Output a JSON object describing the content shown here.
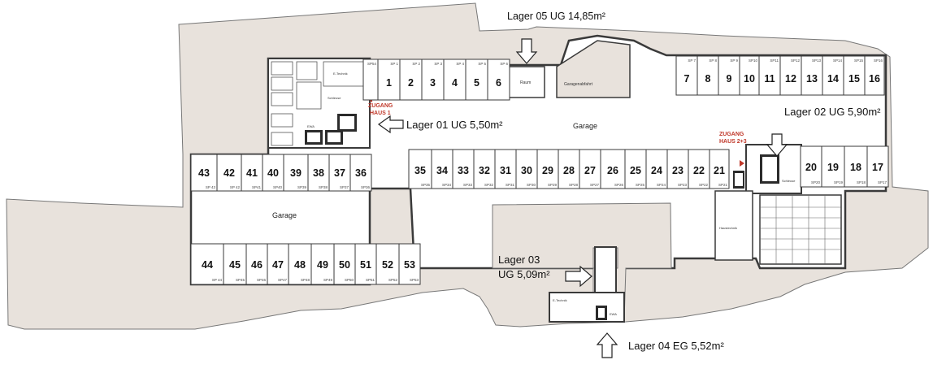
{
  "storage_labels": {
    "lager05": "Lager 05 UG 14,85m²",
    "lager01": "Lager 01 UG  5,50m²",
    "lager02": "Lager 02  UG  5,90m²",
    "lager03_line1": "Lager 03",
    "lager03_line2": "UG 5,09m²",
    "lager04": "Lager 04 EG 5,52m²"
  },
  "areas": {
    "garage_left": "Garage",
    "garage_center": "Garage",
    "garagenabfahrt": "Garagenabfahrt",
    "raum": "Raum",
    "e_technik": "E-Technik",
    "schleuse": "Schleuse",
    "haustechnik": "Haustechnik",
    "e_technik_2": "E-Technik",
    "ewa1": "EWA",
    "ewa2": "EWA",
    "schl_2": "Schleuse"
  },
  "zugang": {
    "haus1_line1": "ZUGANG",
    "haus1_line2": "HAUS 1",
    "haus23_line1": "ZUGANG",
    "haus23_line2": "HAUS 2+3"
  },
  "spaces": {
    "top_left_row": [
      {
        "num": "",
        "tag": "SP54"
      },
      {
        "num": "1",
        "tag": "SP 1"
      },
      {
        "num": "2",
        "tag": "SP 2"
      },
      {
        "num": "3",
        "tag": "SP 3"
      },
      {
        "num": "4",
        "tag": "SP 4"
      },
      {
        "num": "5",
        "tag": "SP 5"
      },
      {
        "num": "6",
        "tag": "SP 6"
      }
    ],
    "top_right_row": [
      {
        "num": "7",
        "tag": "SP 7"
      },
      {
        "num": "8",
        "tag": "SP 8"
      },
      {
        "num": "9",
        "tag": "SP 9"
      },
      {
        "num": "10",
        "tag": "SP10"
      },
      {
        "num": "11",
        "tag": "SP11"
      },
      {
        "num": "12",
        "tag": "SP12"
      },
      {
        "num": "13",
        "tag": "SP13"
      },
      {
        "num": "14",
        "tag": "SP14"
      },
      {
        "num": "15",
        "tag": "SP15"
      },
      {
        "num": "16",
        "tag": "SP16"
      }
    ],
    "middle_row": [
      {
        "num": "35",
        "tag": "SP35"
      },
      {
        "num": "34",
        "tag": "SP34"
      },
      {
        "num": "33",
        "tag": "SP33"
      },
      {
        "num": "32",
        "tag": "SP32"
      },
      {
        "num": "31",
        "tag": "SP31"
      },
      {
        "num": "30",
        "tag": "SP30"
      },
      {
        "num": "29",
        "tag": "SP29"
      },
      {
        "num": "28",
        "tag": "SP28"
      },
      {
        "num": "27",
        "tag": "SP27"
      },
      {
        "num": "26",
        "tag": "SP26"
      },
      {
        "num": "25",
        "tag": "SP25"
      },
      {
        "num": "24",
        "tag": "SP24"
      },
      {
        "num": "23",
        "tag": "SP23"
      },
      {
        "num": "22",
        "tag": "SP22"
      },
      {
        "num": "21",
        "tag": "SP21"
      }
    ],
    "right_row": [
      {
        "num": "20",
        "tag": "SP20"
      },
      {
        "num": "19",
        "tag": "SP19"
      },
      {
        "num": "18",
        "tag": "SP18"
      },
      {
        "num": "17",
        "tag": "SP17"
      }
    ],
    "left_top_row": [
      {
        "num": "43",
        "tag": "SP 43"
      },
      {
        "num": "42",
        "tag": "SP 42"
      },
      {
        "num": "41",
        "tag": "SP41"
      },
      {
        "num": "40",
        "tag": "SP40"
      },
      {
        "num": "39",
        "tag": "SP39"
      },
      {
        "num": "38",
        "tag": "SP38"
      },
      {
        "num": "37",
        "tag": "SP37"
      },
      {
        "num": "36",
        "tag": "SP36"
      }
    ],
    "left_bottom_row": [
      {
        "num": "44",
        "tag": "SP 44"
      },
      {
        "num": "45",
        "tag": "SP45"
      },
      {
        "num": "46",
        "tag": "SP46"
      },
      {
        "num": "47",
        "tag": "SP47"
      },
      {
        "num": "48",
        "tag": "SP48"
      },
      {
        "num": "49",
        "tag": "SP49"
      },
      {
        "num": "50",
        "tag": "SP50"
      },
      {
        "num": "51",
        "tag": "SP51"
      },
      {
        "num": "52",
        "tag": "SP52"
      },
      {
        "num": "53",
        "tag": "SP53"
      }
    ]
  },
  "colors": {
    "ground": "#e8e2dc",
    "garage": "#ffffff",
    "wall": "#3a3a3a",
    "accent_red": "#c0392b"
  }
}
